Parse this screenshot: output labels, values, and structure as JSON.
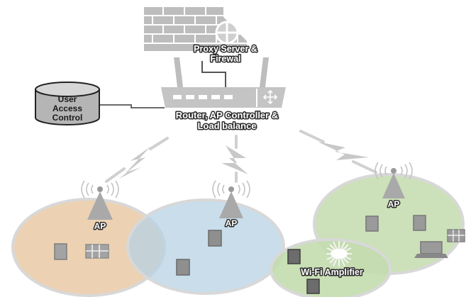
{
  "labels": {
    "proxy_line1": "Proxy Server &",
    "proxy_line2": "Firewal",
    "router_line1": "Router, AP Controller &",
    "router_line2": "Load balance",
    "db_line1": "User",
    "db_line2": "Access",
    "db_line3": "Control",
    "ap_left": "AP",
    "ap_middle": "AP",
    "ap_right": "AP",
    "amplifier": "Wi-Fi Amplifier"
  },
  "colors": {
    "zone_left": "#e9c9a6",
    "zone_middle": "#b7d2e4",
    "zone_right": "#c3dcae",
    "zone_amplifier": "#c3dcae",
    "device_gray": "#8a8a8a",
    "wall_gray": "#b8b8b8",
    "link_gray": "#c8c8c8"
  },
  "icons": {
    "firewall": "brick-wall-icon",
    "router": "router-icon",
    "database": "database-icon",
    "access_point": "wifi-antenna-icon",
    "wireless_link": "lightning-icon",
    "device": "phone-icon",
    "laptop": "laptop-icon",
    "amplifier": "starburst-icon"
  }
}
